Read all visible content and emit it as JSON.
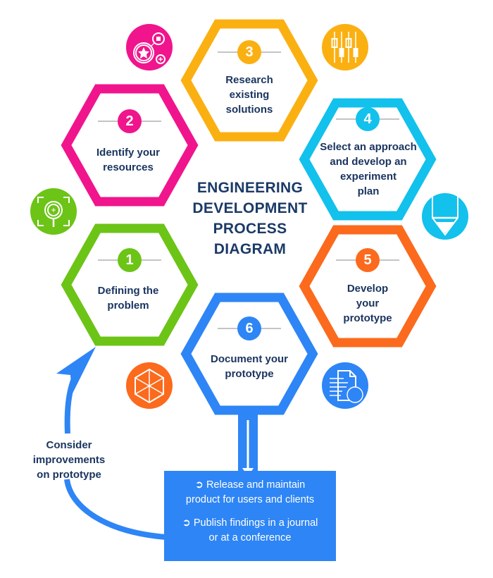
{
  "title": {
    "lines": [
      "ENGINEERING",
      "DEVELOPMENT",
      "PROCESS",
      "DIAGRAM"
    ]
  },
  "steps": [
    {
      "number": "1",
      "lines": [
        "Defining the",
        "problem"
      ],
      "color": "#6cc417",
      "icon": "magnifier-target-icon"
    },
    {
      "number": "2",
      "lines": [
        "Identify your",
        "resources"
      ],
      "color": "#f0158c",
      "icon": "star-network-icon"
    },
    {
      "number": "3",
      "lines": [
        "Research",
        "existing",
        "solutions"
      ],
      "color": "#fbb012",
      "icon": "sliders-icon"
    },
    {
      "number": "4",
      "lines": [
        "Select an approach",
        "and develop an",
        "experiment",
        "plan"
      ],
      "color": "#12c1ec",
      "icon": "pencil-icon"
    },
    {
      "number": "5",
      "lines": [
        "Develop",
        "your",
        "prototype"
      ],
      "color": "#fb6a1d",
      "icon": "cube-icon"
    },
    {
      "number": "6",
      "lines": [
        "Document your",
        "prototype"
      ],
      "color": "#2e85f5",
      "icon": "document-icon"
    }
  ],
  "feedback": {
    "lines": [
      "Consider",
      "improvements",
      "on prototype"
    ]
  },
  "outcomes": {
    "bullet": "➲",
    "items": [
      {
        "lines": [
          "Release and maintain",
          "product for users and clients"
        ]
      },
      {
        "lines": [
          "Publish findings in a journal",
          "or at a conference"
        ]
      }
    ]
  },
  "colors": {
    "text": "#1b3560",
    "divider": "#b0b0b0"
  }
}
